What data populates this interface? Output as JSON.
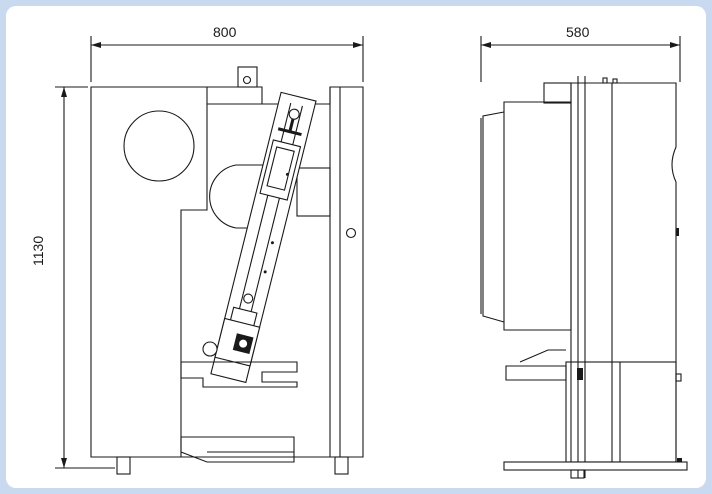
{
  "dimensions": {
    "front_width": "800",
    "side_depth": "580",
    "height": "1130"
  },
  "colors": {
    "background": "#c9d9ef",
    "panel": "#ffffff",
    "line": "#1a1a1a"
  }
}
